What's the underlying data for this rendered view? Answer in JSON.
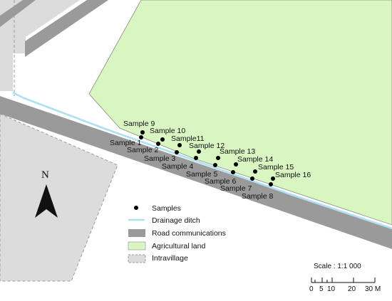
{
  "samples": [
    {
      "label": "Sample 9"
    },
    {
      "label": "Sample 10"
    },
    {
      "label": "Sample11"
    },
    {
      "label": "Sample 12"
    },
    {
      "label": "Sample 13"
    },
    {
      "label": "Sample 14"
    },
    {
      "label": "Sample 15"
    },
    {
      "label": "Sample 16"
    },
    {
      "label": "Sample 1"
    },
    {
      "label": "Sample 2"
    },
    {
      "label": "Sample 3"
    },
    {
      "label": "Sample 4"
    },
    {
      "label": "Sample 5"
    },
    {
      "label": "Sample 6"
    },
    {
      "label": "Sample 7"
    },
    {
      "label": "Sample 8"
    }
  ],
  "legend": {
    "samples": "Samples",
    "drainage": "Drainage ditch",
    "road": "Road communications",
    "agri": "Agricultural land",
    "intravillage": "Intravillage"
  },
  "north": {
    "label": "N"
  },
  "scale": {
    "title": "Scale : 1:1 000",
    "ticks": [
      "0",
      "5",
      "10",
      "20",
      "30 M"
    ]
  },
  "colors": {
    "agricultural_land": "#d9f5c2",
    "road": "#9a9a9a",
    "intravillage": "#dcdcdc",
    "drainage": "#aee0f2",
    "sample_dot": "#000000"
  }
}
